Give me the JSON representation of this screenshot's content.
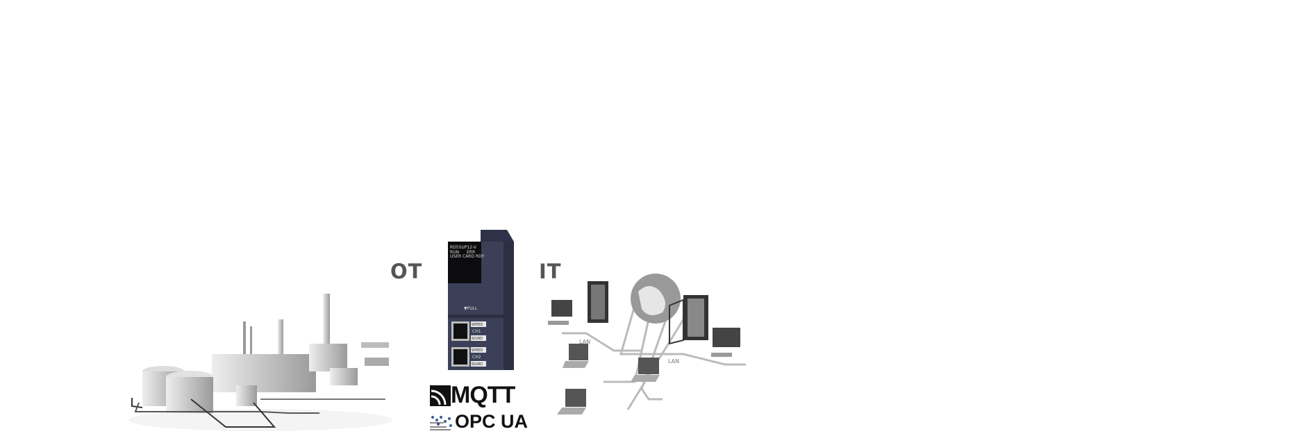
{
  "labels": {
    "ot": "OT",
    "it": "IT"
  },
  "module": {
    "model": "RD55UP12-V",
    "leds": [
      "RUN",
      "ERR",
      "USER",
      "CARD RDY"
    ],
    "pull": "▼PULL",
    "ports": [
      "CH1",
      "CH2"
    ],
    "port_leds": [
      "SPEED",
      "SD/RD"
    ]
  },
  "logos": {
    "mqtt": "MQTT",
    "opcua": "OPC UA"
  },
  "network": {
    "lan_label": "LAN"
  },
  "colors": {
    "module_body": "#3b4058",
    "text_gray": "#555555",
    "logo_black": "#111111"
  }
}
